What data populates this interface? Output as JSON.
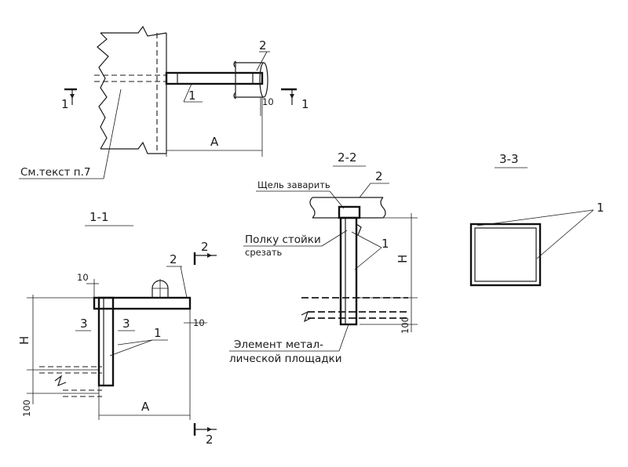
{
  "labels": {
    "num_1": "1",
    "num_2": "2",
    "num_10": "10",
    "dim_A": "A",
    "dim_H": "H",
    "dim_100": "100",
    "ref_text": "См.текст п.7",
    "sec_11": "1-1",
    "sec_22": "2-2",
    "sec_33": "3-3",
    "num_3": "3",
    "gap_weld": "Щель заварить",
    "cut_line1": "Полку стойки",
    "cut_line2": "срезать",
    "elem_line1": "Элемент метал-",
    "elem_line2": "лической площадки"
  }
}
